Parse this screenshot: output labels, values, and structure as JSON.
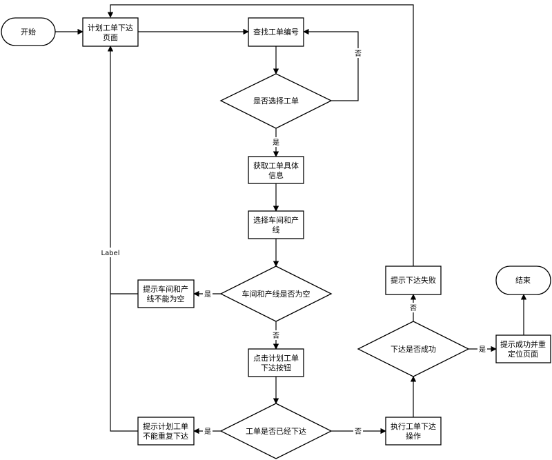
{
  "nodes": {
    "start": [
      "开始"
    ],
    "plan_page": [
      "计划工单下达",
      "页面"
    ],
    "find_no": [
      "查找工单编号"
    ],
    "is_selected": [
      "是否选择工单"
    ],
    "get_info": [
      "获取工单具体",
      "信息"
    ],
    "select_line": [
      "选择车间和产",
      "线"
    ],
    "is_empty": [
      "车间和产线是否为空"
    ],
    "tip_empty": [
      "提示车间和产",
      "线不能为空"
    ],
    "click_btn": [
      "点击计划工单",
      "下达按钮"
    ],
    "is_issued": [
      "工单是否已经下达"
    ],
    "tip_dup": [
      "提示计划工单",
      "不能重复下达"
    ],
    "execute": [
      "执行工单下达",
      "操作"
    ],
    "is_success": [
      "下达是否成功"
    ],
    "fail": [
      "提示下达失败"
    ],
    "success": [
      "提示成功并重",
      "定位页面"
    ],
    "end": [
      "结束"
    ]
  },
  "labels": {
    "no_select": "否",
    "yes_select": "是",
    "yes_empty": "是",
    "no_empty": "否",
    "yes_issued": "是",
    "no_issued": "否",
    "no_success": "否",
    "yes_success": "是",
    "left_loop": "Label"
  }
}
